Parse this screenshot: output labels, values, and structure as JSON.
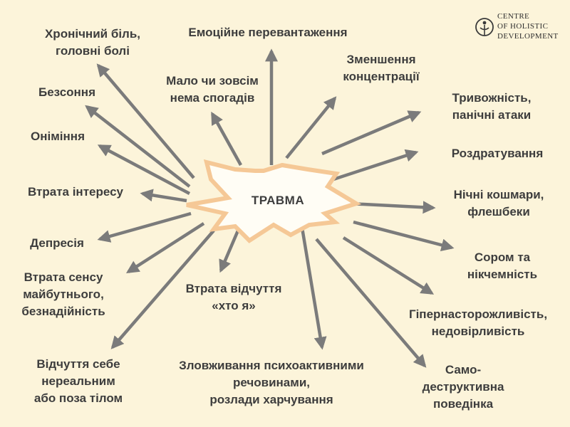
{
  "center": {
    "label": "ТРАВМА"
  },
  "logo": {
    "lines": [
      "CENTRE",
      "OF HOLISTIC",
      "DEVELOPMENT"
    ]
  },
  "colors": {
    "background": "#fcf4da",
    "arrow": "#7b7b7b",
    "burst_stroke": "#f5c896",
    "text": "#3d3d3d"
  },
  "symptoms": [
    {
      "id": "chronic-pain",
      "lines": [
        "Хронічний біль,",
        "головні болі"
      ]
    },
    {
      "id": "emotional-overload",
      "lines": [
        "Емоційне перевантаження"
      ]
    },
    {
      "id": "concentration",
      "lines": [
        "Зменшення",
        "концентрації"
      ]
    },
    {
      "id": "no-memories",
      "lines": [
        "Мало чи зовсім",
        "нема спогадів"
      ]
    },
    {
      "id": "insomnia",
      "lines": [
        "Безсоння"
      ]
    },
    {
      "id": "anxiety",
      "lines": [
        "Тривожність,",
        "панічні атаки"
      ]
    },
    {
      "id": "numbness",
      "lines": [
        "Оніміння"
      ]
    },
    {
      "id": "irritability",
      "lines": [
        "Роздратування"
      ]
    },
    {
      "id": "loss-of-interest",
      "lines": [
        "Втрата інтересу"
      ]
    },
    {
      "id": "nightmares",
      "lines": [
        "Нічні кошмари,",
        "флешбеки"
      ]
    },
    {
      "id": "depression",
      "lines": [
        "Депресія"
      ]
    },
    {
      "id": "shame",
      "lines": [
        "Сором та",
        "нікчемність"
      ]
    },
    {
      "id": "future-loss",
      "lines": [
        "Втрата сенсу",
        "майбутнього,",
        "безнадійність"
      ]
    },
    {
      "id": "identity-loss",
      "lines": [
        "Втрата відчуття",
        "«хто я»"
      ]
    },
    {
      "id": "hypervigilance",
      "lines": [
        "Гіпернасторожливість,",
        "недовірливість"
      ]
    },
    {
      "id": "unreal",
      "lines": [
        "Відчуття себе",
        "нереальним",
        "або поза тілом"
      ]
    },
    {
      "id": "substance-abuse",
      "lines": [
        "Зловживання психоактивними",
        "речовинами,",
        "розлади харчування"
      ]
    },
    {
      "id": "self-destructive",
      "lines": [
        "Само-",
        "деструктивна",
        "поведінка"
      ]
    }
  ]
}
